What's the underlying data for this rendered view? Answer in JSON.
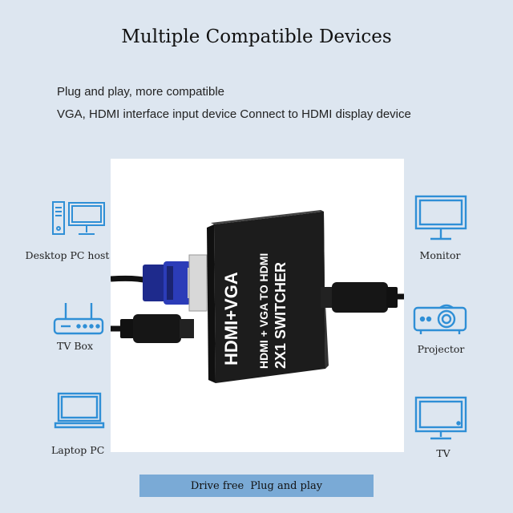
{
  "header": {
    "title": "Multiple Compatible Devices",
    "line1": "Plug and play, more compatible",
    "line2": "VGA, HDMI interface input device Connect to HDMI display device"
  },
  "product": {
    "brand_mark": "HDMI+VGA",
    "line_a": "HDMI + VGA TO HDMI",
    "line_b": "2X1 SWITCHER"
  },
  "left_devices": [
    {
      "label": "Desktop PC host",
      "icon": "desktop-pc-icon"
    },
    {
      "label": "TV Box",
      "icon": "router-icon"
    },
    {
      "label": "Laptop PC",
      "icon": "laptop-icon"
    }
  ],
  "right_devices": [
    {
      "label": "Monitor",
      "icon": "monitor-icon"
    },
    {
      "label": "Projector",
      "icon": "projector-icon"
    },
    {
      "label": "TV",
      "icon": "tv-icon"
    }
  ],
  "footer": {
    "part1": "Drive free",
    "part2": "Plug and play"
  },
  "colors": {
    "background": "#dde6f0",
    "icon_blue": "#2f8fd6",
    "bar_blue": "#7aaad6",
    "device_body": "#1c1c1c"
  }
}
